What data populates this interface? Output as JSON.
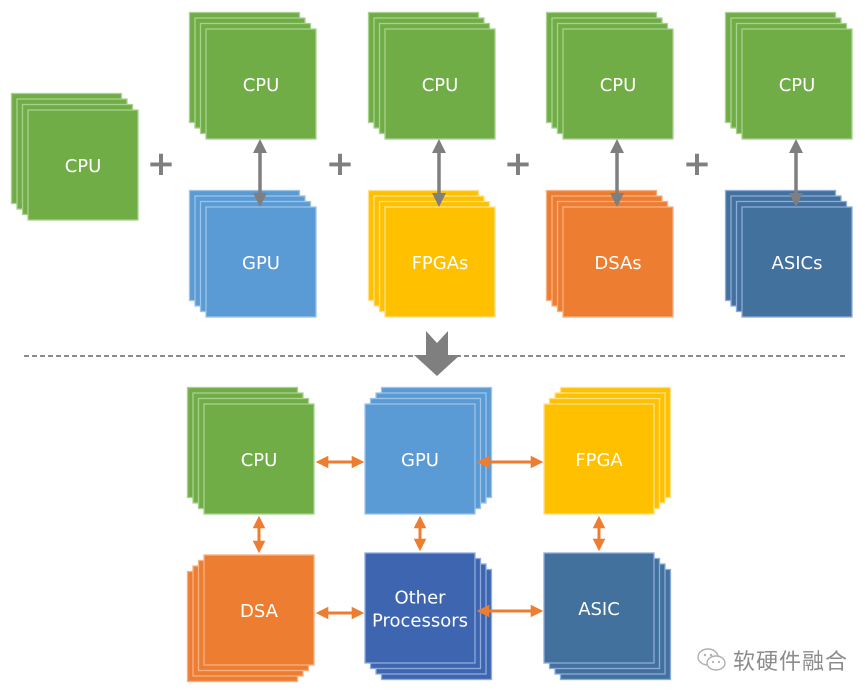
{
  "colors": {
    "cpu": "#70AD47",
    "cpu_edge": "#A9D18E",
    "gpu": "#5B9BD5",
    "gpu_edge": "#9DC3E6",
    "fpga": "#FFC000",
    "fpga_edge": "#FFE08A",
    "dsa": "#ED7D31",
    "dsa_edge": "#F4B183",
    "asic": "#41719C",
    "asic_edge": "#8FAADC",
    "other": "#3D65B0",
    "other_edge": "#8FAADC",
    "gray": "#7F7F7F",
    "orange_arrow": "#ED7D31"
  },
  "top_row": {
    "standalone": {
      "label": "CPU",
      "kind": "cpu"
    },
    "plus_label": "+",
    "pairs": [
      {
        "top": "CPU",
        "bottom": "GPU",
        "kind": "gpu"
      },
      {
        "top": "CPU",
        "bottom": "FPGAs",
        "kind": "fpga"
      },
      {
        "top": "CPU",
        "bottom": "DSAs",
        "kind": "dsa"
      },
      {
        "top": "CPU",
        "bottom": "ASICs",
        "kind": "asic"
      }
    ]
  },
  "bottom_grid": {
    "nodes": [
      {
        "id": "cpu",
        "label": [
          "CPU"
        ],
        "kind": "cpu"
      },
      {
        "id": "gpu",
        "label": [
          "GPU"
        ],
        "kind": "gpu"
      },
      {
        "id": "fpga",
        "label": [
          "FPGA"
        ],
        "kind": "fpga"
      },
      {
        "id": "dsa",
        "label": [
          "DSA"
        ],
        "kind": "dsa"
      },
      {
        "id": "other",
        "label": [
          "Other",
          "Processors"
        ],
        "kind": "other"
      },
      {
        "id": "asic",
        "label": [
          "ASIC"
        ],
        "kind": "asic"
      }
    ],
    "links": [
      [
        "cpu",
        "gpu"
      ],
      [
        "gpu",
        "fpga"
      ],
      [
        "cpu",
        "dsa"
      ],
      [
        "gpu",
        "other"
      ],
      [
        "fpga",
        "asic"
      ],
      [
        "dsa",
        "other"
      ],
      [
        "other",
        "asic"
      ]
    ]
  },
  "watermark": {
    "text": "软硬件融合",
    "icon": "wechat-icon"
  }
}
